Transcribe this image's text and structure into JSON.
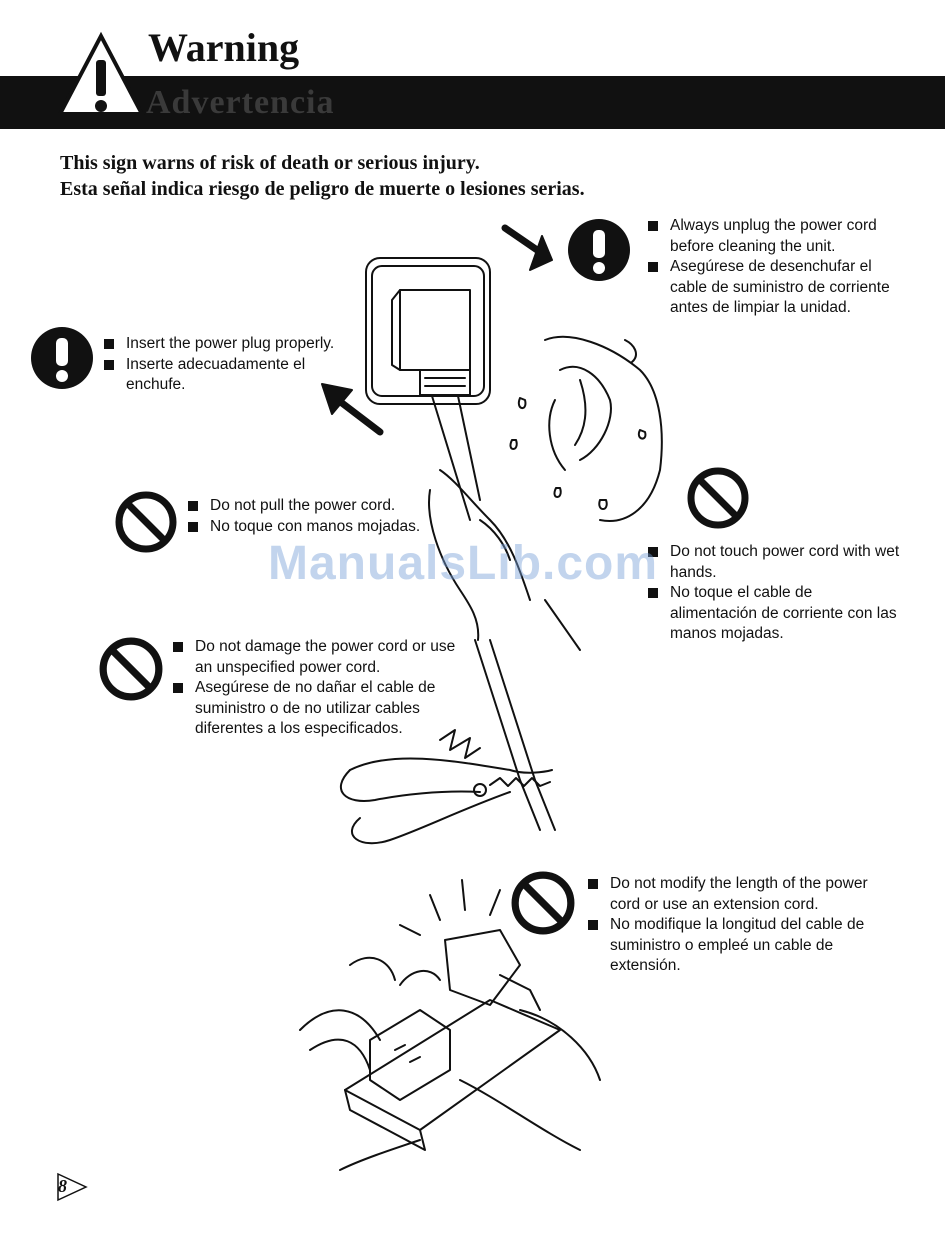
{
  "header": {
    "title": "Warning",
    "subtitle": "Advertencia"
  },
  "sign_text": {
    "en": "This sign warns of risk of death or serious injury.",
    "es": "Esta señal indica riesgo de peligro de muerte o lesiones serias."
  },
  "warnings": {
    "unplug": [
      "Always unplug the power cord before cleaning the unit.",
      "Asegúrese de desenchufar el cable de suministro de corriente antes de limpiar la unidad."
    ],
    "insert": [
      "Insert the power plug properly.",
      "Inserte adecuadamente el enchufe."
    ],
    "pull": [
      "Do not  pull the power cord.",
      "No toque con manos mojadas."
    ],
    "wet": [
      "Do not touch power cord with wet hands.",
      "No toque el cable de alimentación de corriente con las manos mojadas."
    ],
    "damage": [
      "Do not damage the power cord or use an unspecified power cord.",
      "Asegúrese de no dañar el cable de suministro o de no utilizar cables diferentes a los especificados."
    ],
    "modify": [
      "Do not modify the length of the power cord or use an extension cord.",
      "No modifique la longitud del cable de suministro o empleé un cable de extensión."
    ]
  },
  "watermark": "ManualsLib.com",
  "page_number": "8",
  "icons": {
    "warning_triangle": "warning-triangle-icon",
    "exclamation": "exclamation-circle-icon",
    "prohibition": "prohibition-icon"
  },
  "colors": {
    "ink": "#111111",
    "header_bar": "#111111",
    "watermark": "#78a0d7"
  }
}
